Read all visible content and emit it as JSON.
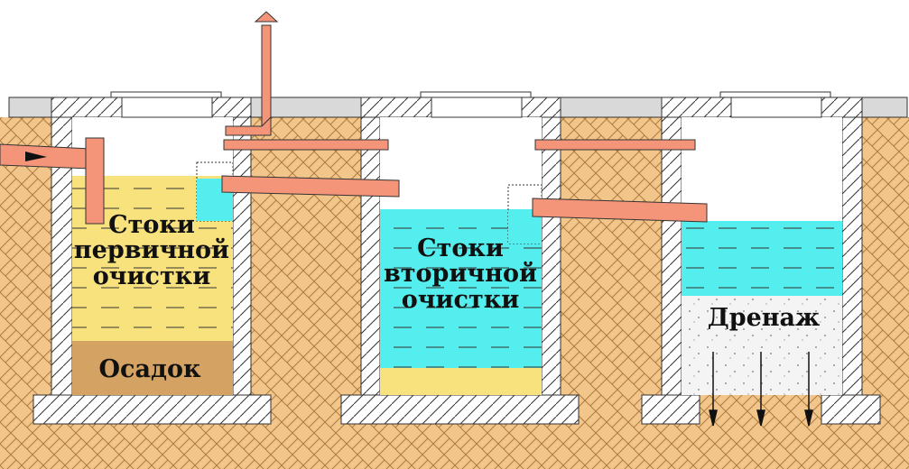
{
  "labels": {
    "primary": [
      "Стоки",
      "первичной",
      "очистки"
    ],
    "sediment": "Осадок",
    "secondary": [
      "Стоки",
      "вторичной",
      "очистки"
    ],
    "drainage": "Дренаж"
  },
  "colors": {
    "soil": "#F2C58A",
    "soil_pattern": "#B07A40",
    "concrete": "#D9D9D9",
    "pipe": "#F4957A",
    "primary_water": "#F8E27E",
    "secondary_water": "#55EEEE",
    "sediment": "#D4A263",
    "gravel": "#F4F4F4"
  }
}
